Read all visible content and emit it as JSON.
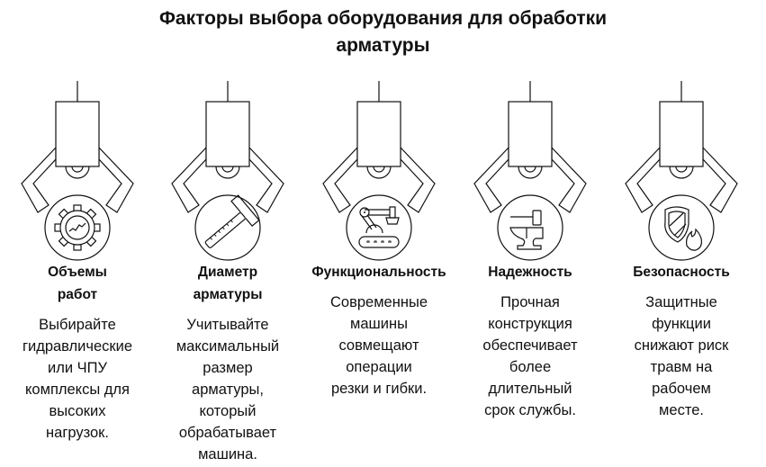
{
  "title": "Факторы выбора оборудования для обработки\nарматуры",
  "items": [
    {
      "name": "Объемы\nработ",
      "desc": "Выбирайте\nгидравлические\nили ЧПУ\nкомплексы для\nвысоких\nнагрузок.",
      "icon": "gear-chart-icon"
    },
    {
      "name": "Диаметр\nарматуры",
      "desc": "Учитывайте\nмаксимальный\nразмер\nарматуры,\nкоторый\nобрабатывает\nмашина.",
      "icon": "ruler-square-icon"
    },
    {
      "name": "Функциональность",
      "desc": "Современные\nмашины\nсовмещают\nоперации\nрезки и гибки.",
      "icon": "robot-arm-conveyor-icon"
    },
    {
      "name": "Надежность",
      "desc": "Прочная\nконструкция\nобеспечивает\nболее\nдлительный\nсрок службы.",
      "icon": "hammer-anvil-icon"
    },
    {
      "name": "Безопасность",
      "desc": "Защитные\nфункции\nснижают риск\nтравм на\nрабочем\nместе.",
      "icon": "shield-fire-icon"
    }
  ]
}
